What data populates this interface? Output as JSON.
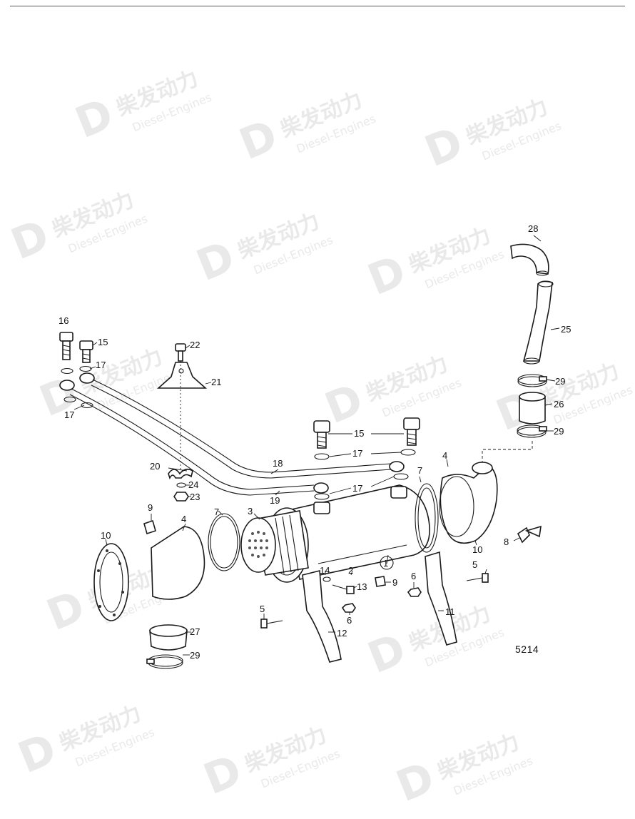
{
  "figure_number": "5214",
  "watermark": {
    "brand_cn": "柴发动力",
    "brand_en": "Diesel-Engines",
    "icon": "d-logo-icon"
  },
  "callouts": {
    "c1": "1",
    "c2": "2",
    "c3": "3",
    "c4a": "4",
    "c4b": "4",
    "c5a": "5",
    "c5b": "5",
    "c6a": "6",
    "c6b": "6",
    "c7a": "7",
    "c7b": "7",
    "c8": "8",
    "c9a": "9",
    "c9b": "9",
    "c10a": "10",
    "c10b": "10",
    "c11": "11",
    "c12": "12",
    "c13": "13",
    "c14": "14",
    "c15a": "15",
    "c15b": "15",
    "c16": "16",
    "c17a": "17",
    "c17b": "17",
    "c17c": "17",
    "c17d": "17",
    "c18": "18",
    "c19": "19",
    "c20": "20",
    "c21": "21",
    "c22": "22",
    "c23": "23",
    "c24": "24",
    "c25": "25",
    "c26": "26",
    "c27": "27",
    "c28": "28",
    "c29a": "29",
    "c29b": "29",
    "c29c": "29"
  }
}
